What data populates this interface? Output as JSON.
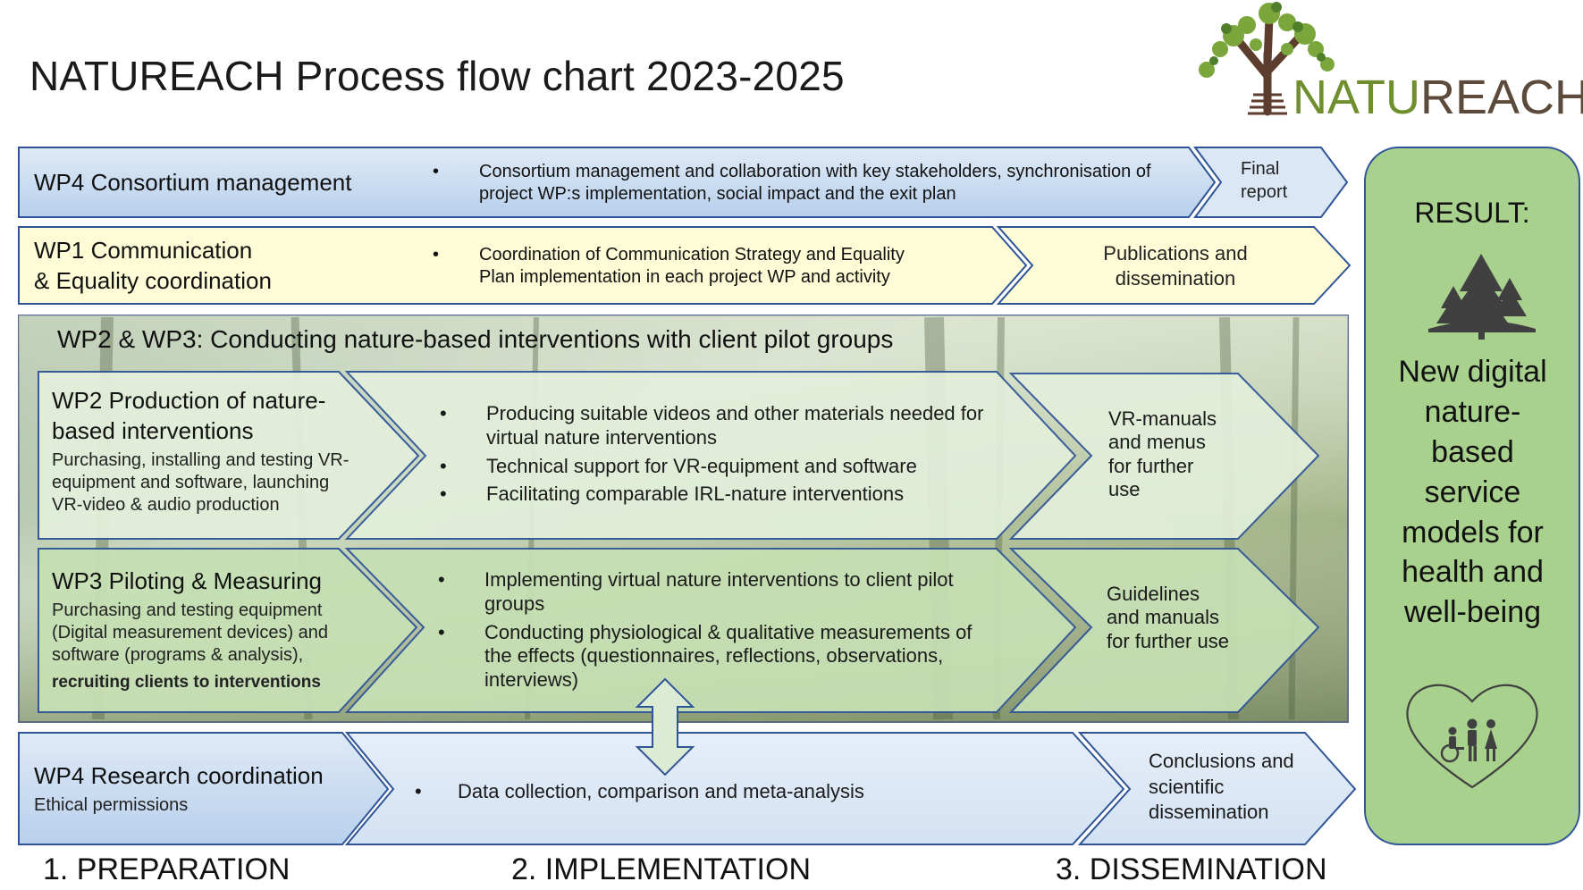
{
  "title": "NATUREACH Process flow chart 2023-2025",
  "logo": {
    "part1": "NATU",
    "part2": "REACH",
    "color1": "#6f8f2e",
    "color2": "#5c4a3a"
  },
  "colors": {
    "blue": "#c9dcf0",
    "yellow": "#fdfcd6",
    "green_light": "#e2efd9",
    "green": "#c6e0b4",
    "result": "#a9d18e",
    "border_blue": "#2f5597",
    "border_green": "#385723"
  },
  "wp4_management": {
    "title": "WP4 Consortium management",
    "bullets": [
      "Consortium management and collaboration with key stakeholders, synchronisation of project WP:s implementation, social impact and the exit plan"
    ],
    "output": "Final report"
  },
  "wp1": {
    "title_line1": "WP1 Communication",
    "title_line2": "& Equality coordination",
    "bullets": [
      "Coordination of Communication Strategy and Equality Plan implementation in each project WP and activity"
    ],
    "output": "Publications and dissemination"
  },
  "wp23": {
    "title": "WP2 & WP3: Conducting nature-based interventions with client pilot groups"
  },
  "wp2": {
    "title": "WP2 Production of nature-based interventions",
    "description": "Purchasing, installing and testing VR-equipment and software, launching VR-video & audio production",
    "bullets": [
      "Producing suitable videos and other materials needed for virtual nature interventions",
      "Technical support for VR-equipment and software",
      "Facilitating comparable IRL-nature interventions"
    ],
    "output": "VR-manuals and menus for further use"
  },
  "wp3": {
    "title": "WP3 Piloting & Measuring",
    "description": "Purchasing and testing equipment (Digital measurement devices) and software (programs & analysis),",
    "description_bold": "recruiting clients to interventions",
    "bullets": [
      "Implementing virtual nature interventions to client pilot groups",
      "Conducting physiological & qualitative measurements of the effects (questionnaires, reflections, observations, interviews)"
    ],
    "output": "Guidelines and manuals for further use"
  },
  "wp4_research": {
    "title": "WP4 Research coordination",
    "description": "Ethical permissions",
    "bullets": [
      "Data collection, comparison and meta-analysis"
    ],
    "output": "Conclusions and scientific dissemination"
  },
  "result": {
    "title": "RESULT:",
    "body": "New digital nature-based service models for health and well-being",
    "icon_top": "trees-icon",
    "icon_bottom": "heart-people-icon"
  },
  "phases": [
    "1. PREPARATION",
    "2. IMPLEMENTATION",
    "3. DISSEMINATION"
  ]
}
